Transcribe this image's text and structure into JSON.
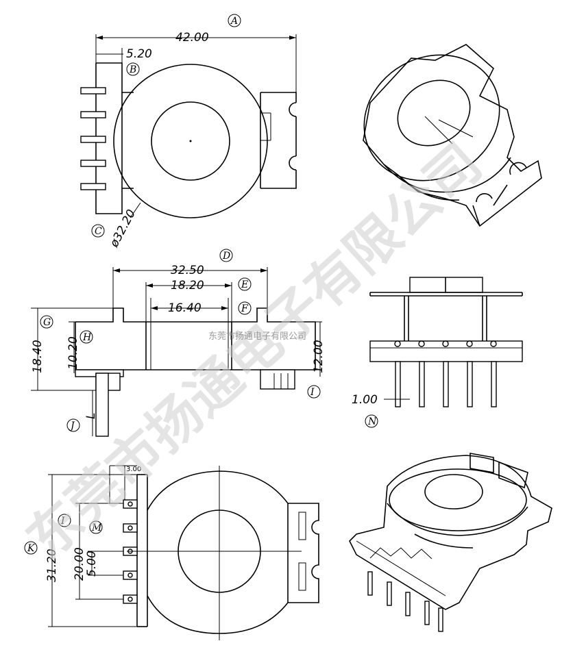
{
  "dimensions": {
    "overall_width": "42.00",
    "offset": "5.20",
    "diameter": "ø32.20",
    "base_width": "32.50",
    "inner_width": "18.20",
    "core_width": "16.40",
    "total_height": "18.40",
    "mid_height": "10.20",
    "core_height": "12.00",
    "pin_pitch_small": "1.00",
    "pin_offset": "3.00",
    "pin_row": "31.20",
    "pin_span": "20.00",
    "pin_pitch": "5.00",
    "pin_length": "L"
  },
  "labels": {
    "A": "A",
    "B": "B",
    "C": "C",
    "D": "D",
    "E": "E",
    "F": "F",
    "G": "G",
    "H": "H",
    "I": "I",
    "J": "J",
    "K": "K",
    "L": "L",
    "M": "M",
    "N": "N"
  },
  "watermark": {
    "main": "东莞市扬通电子有限公司",
    "small": "东莞市扬通电子有限公司"
  },
  "colors": {
    "line": "#000000",
    "watermark": "#cfcfcf"
  }
}
